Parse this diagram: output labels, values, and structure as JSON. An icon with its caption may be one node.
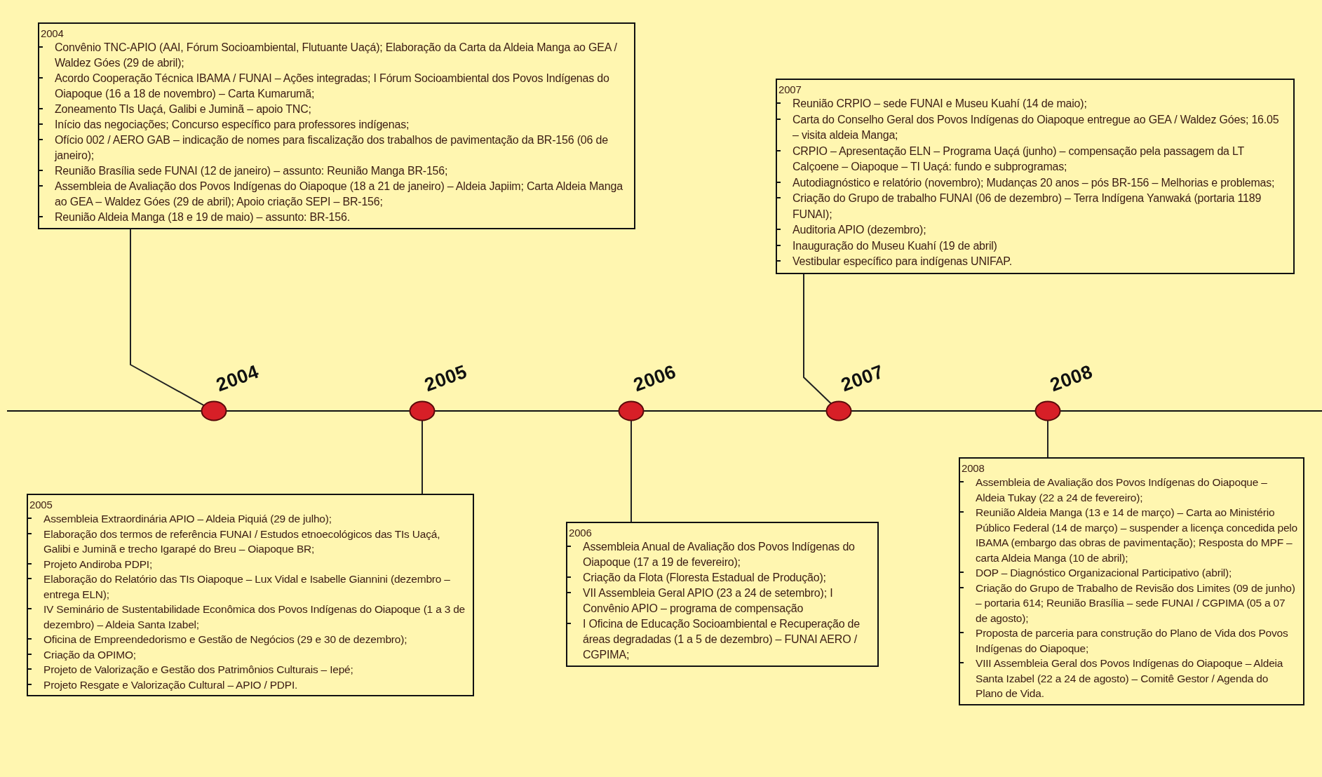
{
  "diagram": {
    "nodes": [
      {
        "text": [
          "2004",
          "Convênio TNC-APIO (AAI, Fórum Socioambiental, Flutuante Uaçá); Elaboração da Carta da Aldeia Manga ao GEA / Waldez Góes (29 de abril);",
          "Acordo Cooperação Técnica IBAMA / FUNAI – Ações integradas; I Fórum Socioambiental dos Povos Indígenas do Oiapoque (16 a 18 de novembro) – Carta Kumarumã;",
          "Zoneamento TIs Uaçá, Galibi e Juminã – apoio TNC;",
          "Início das negociações; Concurso específico para professores indígenas;",
          "Ofício 002 / AERO GAB – indicação de nomes para fiscalização dos trabalhos de pavimentação da BR-156 (06 de janeiro);",
          "Reunião Brasília sede FUNAI (12 de janeiro) – assunto: Reunião Manga BR-156;",
          "Assembleia de Avaliação dos Povos Indígenas do Oiapoque (18 a 21 de janeiro) – Aldeia Japiim; Carta Aldeia Manga ao GEA – Waldez Góes (29 de abril); Apoio criação SEPI – BR-156;",
          "Reunião Aldeia Manga (18 e 19 de maio) – assunto: BR-156."
        ]
      },
      {
        "text": [
          "2007",
          "Reunião CRPIO – sede FUNAI e Museu Kuahí (14 de maio);",
          "Carta do Conselho Geral dos Povos Indígenas do Oiapoque entregue ao GEA / Waldez Góes; 16.05 – visita aldeia Manga;",
          "CRPIO – Apresentação ELN – Programa Uaçá (junho) – compensação pela passagem da LT Calçoene – Oiapoque – TI Uaçá: fundo e subprogramas;",
          "Autodiagnóstico e relatório (novembro); Mudanças 20 anos – pós BR-156 – Melhorias e problemas;",
          "Criação do Grupo de trabalho FUNAI (06 de dezembro) – Terra Indígena Yanwaká (portaria 1189 FUNAI);",
          "Auditoria APIO (dezembro);",
          "Inauguração do Museu Kuahí (19 de abril)",
          "Vestibular específico para indígenas UNIFAP."
        ]
      },
      {
        "text": [],
        "shape": "circle",
        "beside": [
          "2004"
        ]
      },
      {
        "text": [],
        "shape": "circle",
        "beside": [
          "2005"
        ]
      },
      {
        "text": [],
        "shape": "circle",
        "beside": [
          "2006"
        ]
      },
      {
        "text": [],
        "shape": "circle",
        "beside": [
          "2007"
        ]
      },
      {
        "text": [],
        "shape": "circle",
        "beside": [
          "2008"
        ]
      },
      {
        "text": [
          "2005",
          "Assembleia Extraordinária APIO – Aldeia Piquiá (29 de julho);",
          "Elaboração dos termos de referência FUNAI / Estudos etnoecológicos das TIs Uaçá, Galibi e Juminã e trecho Igarapé do Breu – Oiapoque BR;",
          "Projeto Andiroba PDPI;",
          "Elaboração do Relatório das TIs Oiapoque – Lux Vidal e Isabelle Giannini (dezembro – entrega ELN);",
          "IV Seminário de Sustentabilidade Econômica dos Povos Indígenas do Oiapoque (1 a 3 de dezembro) – Aldeia Santa Izabel;",
          "Oficina de Empreendedorismo e Gestão de Negócios (29 e 30 de dezembro);",
          "Criação da OPIMO;",
          "Projeto de Valorização e Gestão dos Patrimônios Culturais – Iepé;",
          "Projeto Resgate e Valorização Cultural – APIO / PDPI."
        ]
      },
      {
        "text": [
          "2006",
          "Assembleia Anual de Avaliação dos Povos Indígenas do Oiapoque (17 a 19 de fevereiro);",
          "Criação da Flota (Floresta Estadual de Produção);",
          "VII Assembleia Geral APIO (23 a 24 de setembro); I Convênio APIO – programa de compensação",
          "I Oficina de Educação Socioambiental e Recuperação de áreas degradadas (1 a 5 de dezembro) – FUNAI AERO / CGPIMA;"
        ]
      },
      {
        "text": [
          "2008",
          "Assembleia de Avaliação dos Povos Indígenas do Oiapoque – Aldeia Tukay (22 a 24 de fevereiro);",
          "Reunião Aldeia Manga (13 e 14 de março) – Carta ao Ministério Público Federal (14 de março) – suspender a licença concedida pelo IBAMA (embargo das obras de pavimentação); Resposta do MPF – carta Aldeia Manga (10 de abril);",
          "DOP – Diagnóstico Organizacional Participativo (abril);",
          "Criação do Grupo de Trabalho de Revisão dos Limites (09 de junho) – portaria 614; Reunião Brasília – sede FUNAI / CGPIMA (05 a 07 de agosto);",
          "Proposta de parceria para construção do Plano de Vida dos Povos Indígenas do Oiapoque;",
          "VIII Assembleia Geral dos Povos Indígenas do Oiapoque – Aldeia Santa Izabel (22 a 24 de agosto) – Comitê Gestor / Agenda do Plano de Vida."
        ]
      }
    ],
    "edges": [
      {
        "from": 0,
        "to": 2,
        "arrow": "none"
      },
      {
        "from": 1,
        "to": 5,
        "arrow": "none"
      },
      {
        "from": 3,
        "to": 7,
        "arrow": "none"
      },
      {
        "from": 4,
        "to": 8,
        "arrow": "none"
      },
      {
        "from": 6,
        "to": 9,
        "arrow": "none"
      }
    ]
  }
}
